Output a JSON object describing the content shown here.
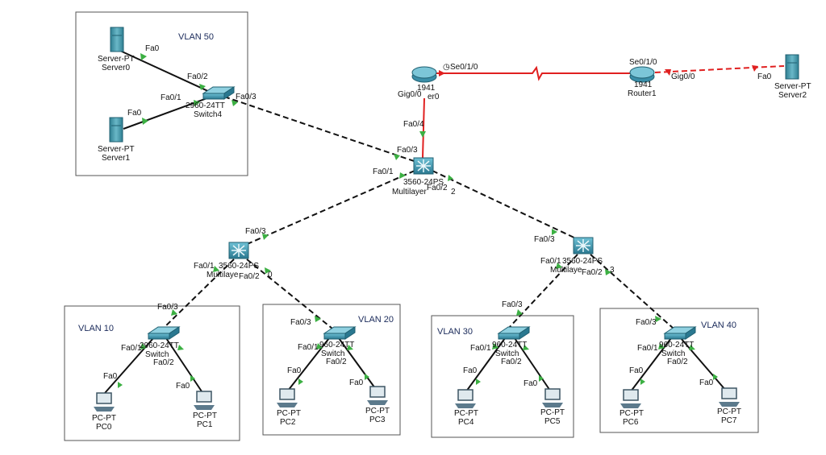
{
  "vlans": [
    {
      "id": "vlan50",
      "label": "VLAN 50"
    },
    {
      "id": "vlan10",
      "label": "VLAN 10"
    },
    {
      "id": "vlan20",
      "label": "VLAN 20"
    },
    {
      "id": "vlan30",
      "label": "VLAN 30"
    },
    {
      "id": "vlan40",
      "label": "VLAN 40"
    }
  ],
  "devices": {
    "server0": {
      "model": "Server-PT",
      "name": "Server0"
    },
    "server1": {
      "model": "Server-PT",
      "name": "Server1"
    },
    "server2": {
      "model": "Server-PT",
      "name": "Server2"
    },
    "switch4": {
      "model": "2960-24TT",
      "name": "Switch4"
    },
    "router0": {
      "model": "1941",
      "name": "er0"
    },
    "router1": {
      "model": "1941",
      "name": "Router1"
    },
    "mls_core": {
      "model": "3560-24PS",
      "name": "Multilayer",
      "suffix": "2"
    },
    "mls_left": {
      "model": "3560-24PS",
      "name": "Multilaye",
      "suffix": "0"
    },
    "mls_right": {
      "model": "3560-24PS",
      "name": "Multilaye",
      "suffix": "3"
    },
    "switch0": {
      "model": "2960-24TT",
      "name": "Switch"
    },
    "switch1": {
      "model": "960-24TT",
      "name": "Switch"
    },
    "switch2": {
      "model": "960-24TT",
      "name": "Switch"
    },
    "switch3": {
      "model": "960-24TT",
      "name": "Switch"
    },
    "pc0": {
      "model": "PC-PT",
      "name": "PC0"
    },
    "pc1": {
      "model": "PC-PT",
      "name": "PC1"
    },
    "pc2": {
      "model": "PC-PT",
      "name": "PC2"
    },
    "pc3": {
      "model": "PC-PT",
      "name": "PC3"
    },
    "pc4": {
      "model": "PC-PT",
      "name": "PC4"
    },
    "pc5": {
      "model": "PC-PT",
      "name": "PC5"
    },
    "pc6": {
      "model": "PC-PT",
      "name": "PC6"
    },
    "pc7": {
      "model": "PC-PT",
      "name": "PC7"
    }
  },
  "ports": {
    "server0_fa0": "Fa0",
    "switch4_fa02": "Fa0/2",
    "switch4_fa01": "Fa0/1",
    "server1_fa0": "Fa0",
    "switch4_fa03": "Fa0/3",
    "router0_se010": "Se0/1/0",
    "router0_gig00": "Gig0/0",
    "router1_se010": "Se0/1/0",
    "router1_gig00": "Gig0/0",
    "server2_fa0": "Fa0",
    "core_fa04": "Fa0/4",
    "core_fa03": "Fa0/3",
    "core_fa01": "Fa0/1",
    "core_fa02": "Fa0/2",
    "left_fa03": "Fa0/3",
    "left_fa01": "Fa0/1",
    "left_fa02": "Fa0/2",
    "right_fa03": "Fa0/3",
    "right_fa01": "Fa0/1",
    "right_fa02": "Fa0/2",
    "sw0_fa03": "Fa0/3",
    "sw0_fa01": "Fa0/1",
    "sw0_fa02": "Fa0/2",
    "pc0_fa0": "Fa0",
    "pc1_fa0": "Fa0",
    "sw1_fa03": "Fa0/3",
    "sw1_fa01": "Fa0/1",
    "sw1_fa02": "Fa0/2",
    "pc2_fa0": "Fa0",
    "pc3_fa0": "Fa0",
    "sw2_fa03": "Fa0/3",
    "sw2_fa01": "Fa0/1",
    "sw2_fa02": "Fa0/2",
    "pc4_fa0": "Fa0",
    "pc5_fa0": "Fa0",
    "sw3_fa03": "Fa0/3",
    "sw3_fa01": "Fa0/1",
    "sw3_fa02": "Fa0/2",
    "pc6_fa0": "Fa0",
    "pc7_fa0": "Fa0"
  },
  "colors": {
    "switch_fill": "#3a8ea8",
    "server_fill": "#4aa0b0",
    "pc_fill": "#5c7a8c",
    "link_up": "#3cb043",
    "serial": "#e02020"
  }
}
